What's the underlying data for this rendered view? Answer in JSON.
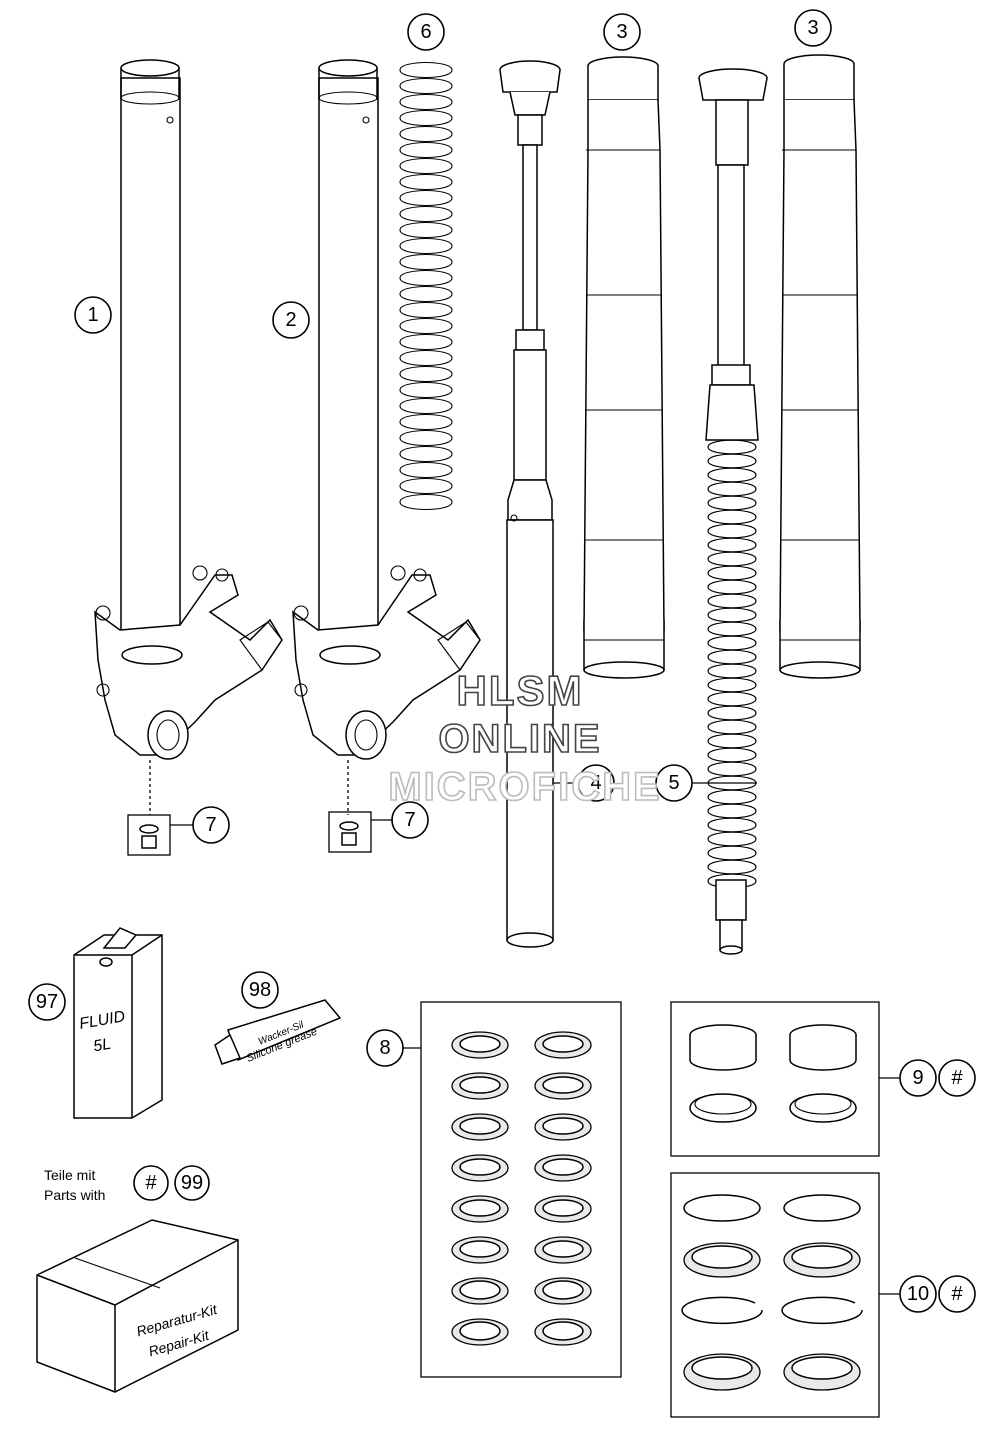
{
  "callouts": {
    "c1": "1",
    "c2": "2",
    "c3a": "3",
    "c3b": "3",
    "c4": "4",
    "c5": "5",
    "c6": "6",
    "c7a": "7",
    "c7b": "7",
    "c8": "8",
    "c9": "9",
    "c9hash": "#",
    "c10": "10",
    "c10hash": "#",
    "c97": "97",
    "c98": "98",
    "c99": "99",
    "c99hash": "#"
  },
  "legend": {
    "line1": "Teile mit",
    "line2": "Parts with"
  },
  "fluid_can": {
    "line1": "FLUID",
    "line2": "5L"
  },
  "grease_tube": {
    "brand": "Wacker-Sil",
    "label": "Silicone grease"
  },
  "repair_kit": {
    "line1": "Reparatur-Kit",
    "line2": "Repair-Kit"
  },
  "watermark": {
    "line1": "HLSM",
    "line2": "ONLINE",
    "line3": "MICROFICHE"
  }
}
